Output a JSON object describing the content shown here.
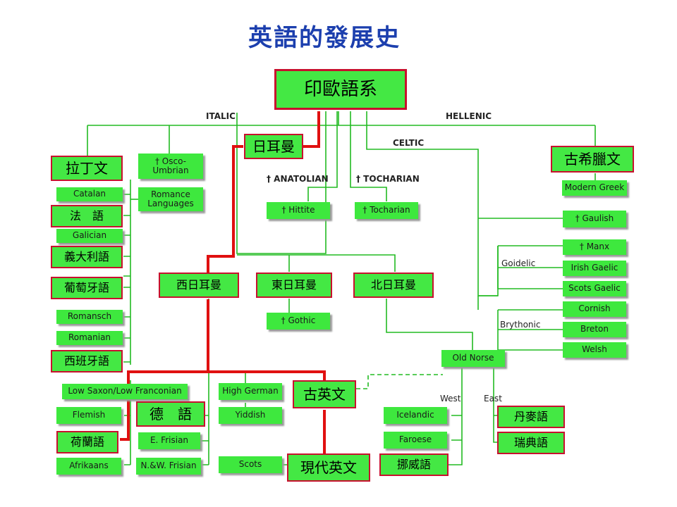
{
  "title": "英語的發展史",
  "branch_labels": {
    "italic": "ITALIC",
    "hellenic": "HELLENIC",
    "celtic": "CELTIC",
    "anatolian": "† ANATOLIAN",
    "tocharian": "† TOCHARIAN",
    "goidelic": "Goidelic",
    "brythonic": "Brythonic",
    "west": "West",
    "east": "East"
  },
  "nodes": {
    "indo_european": "印歐語系",
    "germanic": "日耳曼",
    "latin": "拉丁文",
    "osco_umbrian": "† Osco-\nUmbrian",
    "romance": "Romance\nLanguages",
    "catalan": "Catalan",
    "french": "法　語",
    "galician": "Galician",
    "italian": "義大利語",
    "portuguese": "葡萄牙語",
    "romansch": "Romansch",
    "romanian": "Romanian",
    "spanish": "西班牙語",
    "hittite": "† Hittite",
    "tocharian": "† Tocharian",
    "greek": "古希臘文",
    "modern_greek": "Modern Greek",
    "gaulish": "† Gaulish",
    "manx": "† Manx",
    "irish_gaelic": "Irish Gaelic",
    "scots_gaelic": "Scots Gaelic",
    "cornish": "Cornish",
    "breton": "Breton",
    "welsh": "Welsh",
    "west_germanic": "西日耳曼",
    "east_germanic": "東日耳曼",
    "north_germanic": "北日耳曼",
    "gothic": "† Gothic",
    "old_norse": "Old Norse",
    "low_saxon": "Low Saxon/Low Franconian",
    "high_german": "High German",
    "old_english": "古英文",
    "flemish": "Flemish",
    "german": "德　語",
    "yiddish": "Yiddish",
    "dutch": "荷蘭語",
    "e_frisian": "E. Frisian",
    "afrikaans": "Afrikaans",
    "nw_frisian": "N.&W. Frisian",
    "scots": "Scots",
    "modern_english": "現代英文",
    "icelandic": "Icelandic",
    "faroese": "Faroese",
    "norwegian": "挪威語",
    "danish": "丹麥語",
    "swedish": "瑞典語"
  },
  "colors": {
    "node_green": "#3ee83e",
    "highlight_border": "#c8102e",
    "line_green": "#22bb22",
    "path_red": "#e01010",
    "title_blue": "#1c3fae"
  }
}
